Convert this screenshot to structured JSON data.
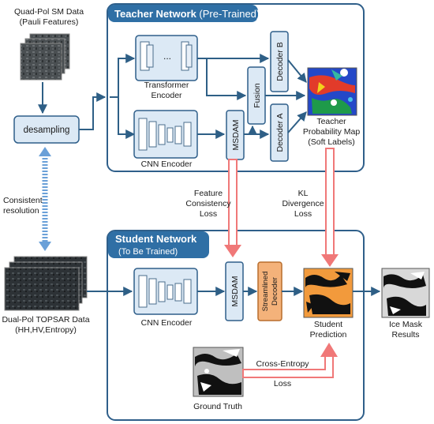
{
  "teacher_network": {
    "title": "Teacher Network",
    "subtitle": "(Pre-Trained)",
    "transformer_label": [
      "Transformer",
      "Encoder"
    ],
    "cnn_label": "CNN Encoder",
    "fusion": "Fusion",
    "decoder_b": "Decoder B",
    "decoder_a": "Decoder A",
    "msdam": "MSDAM",
    "prob_map_label": [
      "Teacher",
      "Probability Map",
      "(Soft Labels)"
    ],
    "ellipsis": "..."
  },
  "student_network": {
    "title": "Student Network",
    "subtitle": "(To Be Trained)",
    "cnn_label": "CNN Encoder",
    "msdam": "MSDAM",
    "decoder": "Streamlined Decoder",
    "prediction_label": [
      "Student",
      "Prediction"
    ]
  },
  "inputs": {
    "quad_pol_label": [
      "Quad-Pol SM Data",
      "(Pauli Features)"
    ],
    "desampling": "desampling",
    "consistent_label": [
      "Consistent",
      "resolution"
    ],
    "dual_pol_label": [
      "Dual-Pol TOPSAR Data",
      "(HH,HV,Entropy)"
    ]
  },
  "losses": {
    "feature": [
      "Feature",
      "Consistency",
      "Loss"
    ],
    "kl": [
      "KL",
      "Divergence",
      "Loss"
    ],
    "cross_entropy": [
      "Cross-Entropy",
      "Loss"
    ]
  },
  "outputs": {
    "ice_mask": [
      "Ice Mask",
      "Results"
    ],
    "ground_truth": "Ground Truth"
  },
  "colors": {
    "panel_border": "#2f5f8a",
    "header_fill": "#2f6fa5",
    "block_fill": "#dce9f5",
    "arrow": "#2e5f86",
    "loss_arrow": "#f07878",
    "decoder_orange": "#f4b27a"
  }
}
